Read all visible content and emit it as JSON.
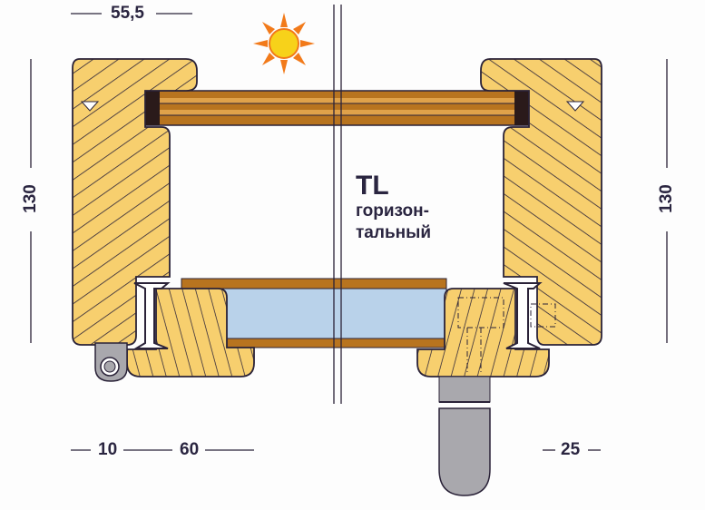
{
  "dimensions": {
    "top_width": "55,5",
    "left_height": "130",
    "right_height": "130",
    "hinge_offset": "10",
    "sash_width": "60",
    "handle_offset": "25"
  },
  "label": {
    "title": "TL",
    "subtitle_line1": "горизон-",
    "subtitle_line2": "тальный"
  },
  "colors": {
    "wood": "#f7cf6e",
    "glazing_bead": "#b8741f",
    "glass": "#b9d2ea",
    "hardware": "#a9a8ad",
    "sun": "#f7d21a",
    "outline": "#2a2238"
  }
}
